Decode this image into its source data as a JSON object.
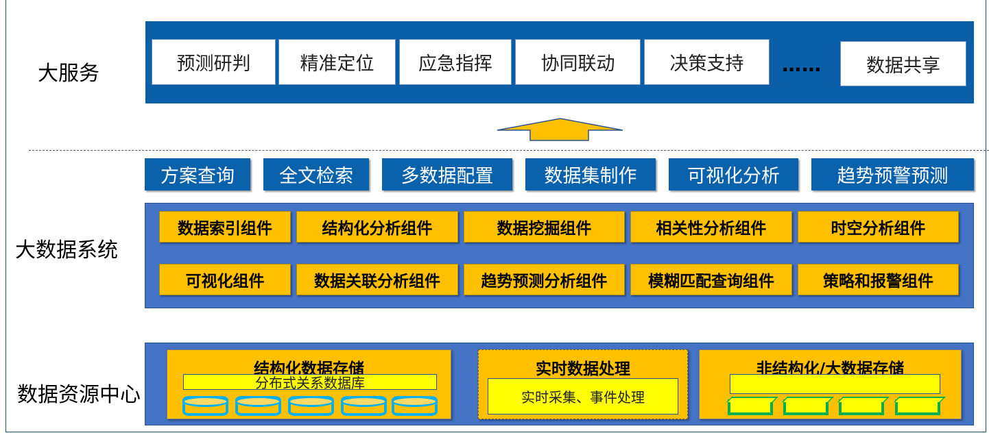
{
  "layers": {
    "service": {
      "label": "大服务",
      "items": [
        "预测研判",
        "精准定位",
        "应急指挥",
        "协同联动",
        "决策支持"
      ],
      "ellipsis": "……",
      "last_item": "数据共享"
    },
    "bigdata": {
      "label": "大数据系统",
      "functions": [
        "方案查询",
        "全文检索",
        "多数据配置",
        "数据集制作",
        "可视化分析",
        "趋势预警预测"
      ],
      "components_row1": [
        "数据索引组件",
        "结构化分析组件",
        "数据挖掘组件",
        "相关性分析组件",
        "时空分析组件"
      ],
      "components_row2": [
        "可视化组件",
        "数据关联分析组件",
        "趋势预测分析组件",
        "模糊匹配查询组件",
        "策略和报警组件"
      ]
    },
    "resource": {
      "label": "数据资源中心",
      "structured": {
        "title": "结构化数据存储",
        "sub": "分布式关系数据库"
      },
      "realtime": {
        "title": "实时数据处理",
        "sub": "实时采集、事件处理"
      },
      "unstructured": {
        "title": "非结构化/大数据存储"
      }
    }
  },
  "colors": {
    "dark_blue": "#0a5fa8",
    "mid_blue": "#4472c4",
    "orange": "#ffc000",
    "yellow": "#ffff00",
    "cyan": "#00b0f0",
    "green": "#00b050"
  }
}
